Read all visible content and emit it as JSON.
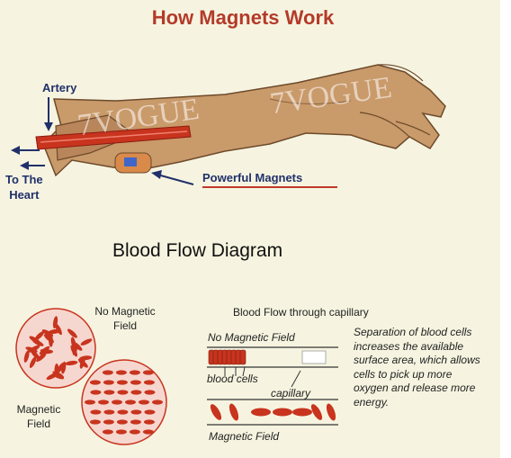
{
  "title": "How Magnets Work",
  "arm": {
    "artery_label": "Artery",
    "to_heart_label": [
      "To The",
      "Heart"
    ],
    "magnets_label": "Powerful Magnets",
    "watermark": [
      "7VOGUE",
      "7VOGUE"
    ]
  },
  "diagram": {
    "title": "Blood Flow Diagram",
    "no_magnetic_field_label": [
      "No Magnetic",
      "Field"
    ],
    "magnetic_field_label": [
      "Magnetic",
      "Field"
    ],
    "capillary_title": "Blood Flow through capillary",
    "capillary_no_field_label": "No Magnetic Field",
    "blood_cells_label": "blood cells",
    "capillary_label": "capillary",
    "capillary_field_label": "Magnetic Field",
    "explanation": "Separation of blood cells increases the available surface area, which allows cells to pick up more oxygen and release more energy."
  },
  "colors": {
    "title": "#b43a2a",
    "labels": "#21306b",
    "blood": "#c8341e",
    "skin": "#c99a6a",
    "background": "#f6f4e0"
  }
}
